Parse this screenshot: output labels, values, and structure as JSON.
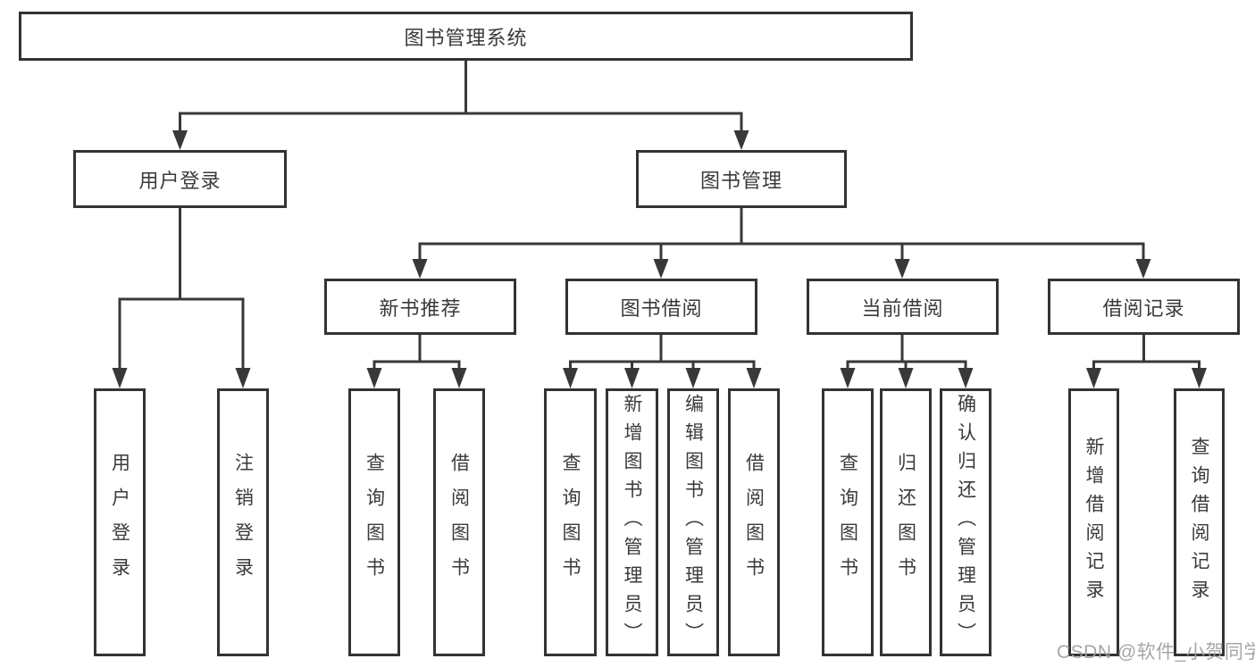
{
  "tree": {
    "root": {
      "label": "图书管理系统"
    },
    "level2": [
      {
        "label": "用户登录",
        "children": [
          "用户登录",
          "注销登录"
        ]
      },
      {
        "label": "图书管理"
      }
    ],
    "level3": [
      {
        "label": "新书推荐",
        "children": [
          "查询图书",
          "借阅图书"
        ]
      },
      {
        "label": "图书借阅",
        "children": [
          "查询图书",
          "新增图书（管理员）",
          "编辑图书（管理员）",
          "借阅图书"
        ]
      },
      {
        "label": "当前借阅",
        "children": [
          "查询图书",
          "归还图书",
          "确认归还（管理员）"
        ]
      },
      {
        "label": "借阅记录",
        "children": [
          "新增借阅记录",
          "查询借阅记录"
        ]
      }
    ]
  },
  "watermark": "CSDN @软件_小贺同学",
  "colors": {
    "line": "#383838",
    "box_border": "#333333",
    "text": "#3a3a3a",
    "background": "#ffffff",
    "watermark": "#9e9e9e"
  }
}
